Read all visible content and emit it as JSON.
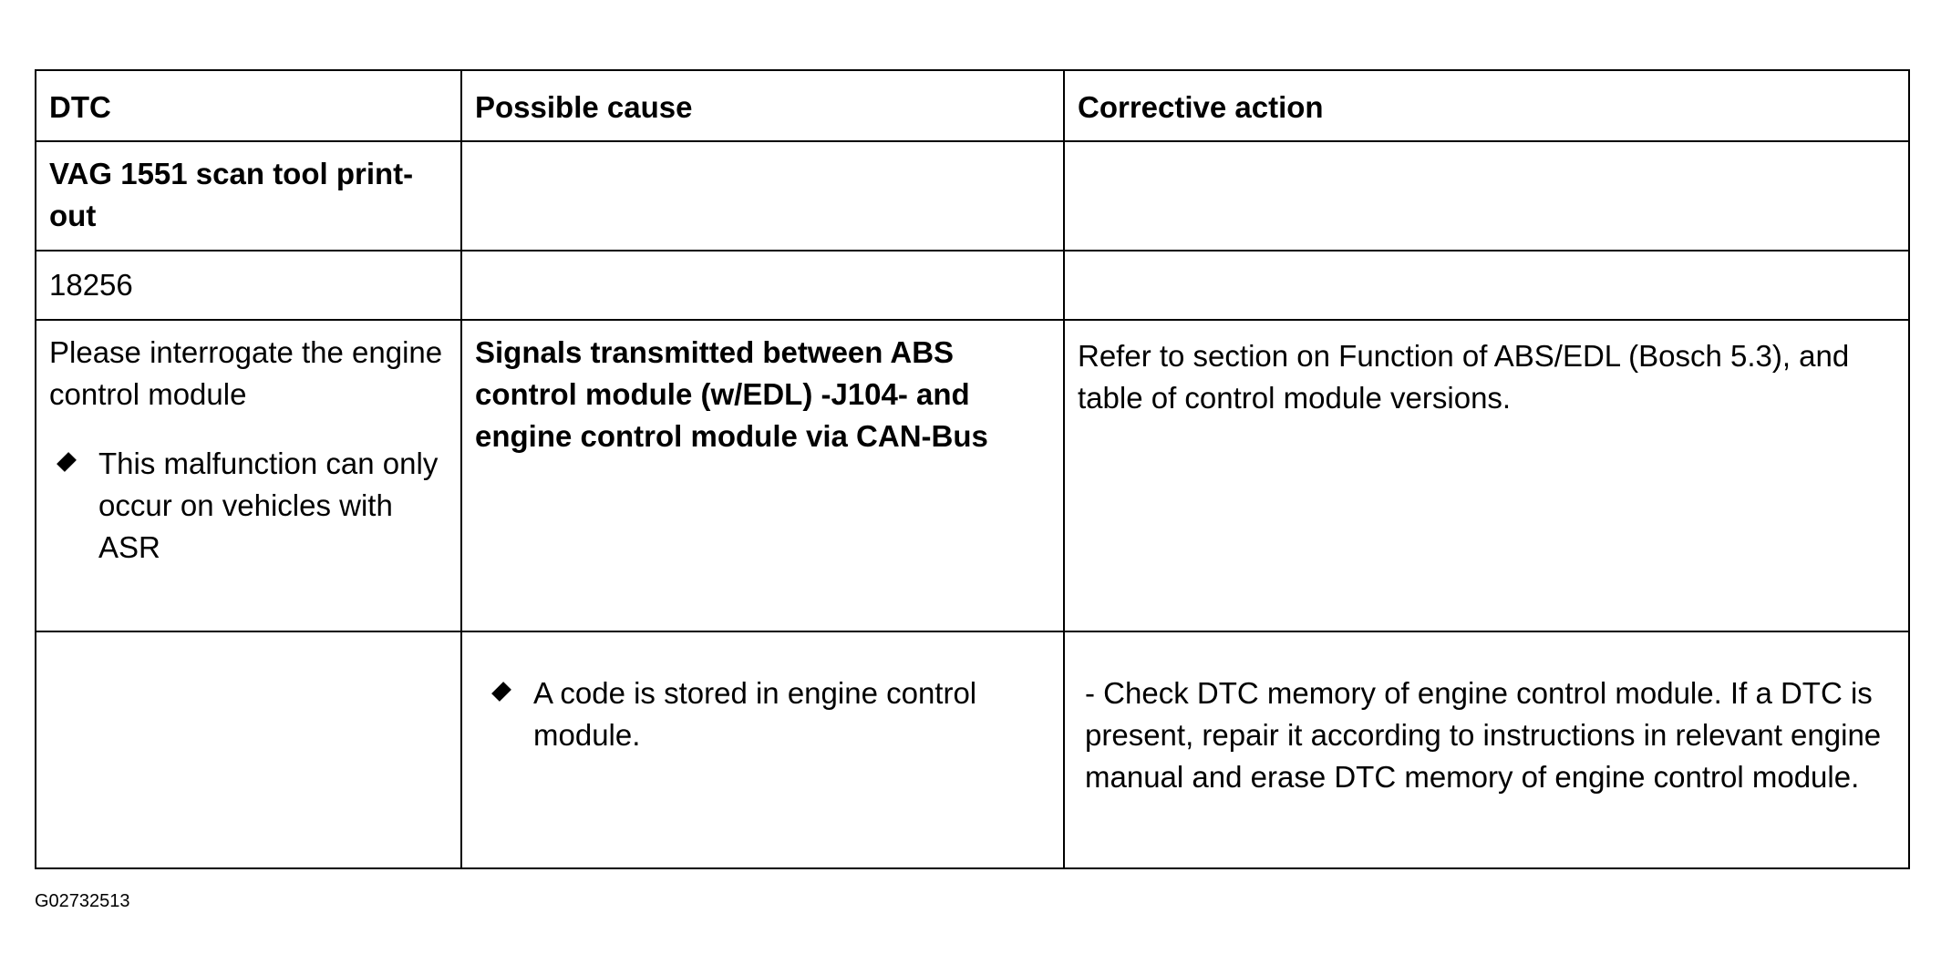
{
  "table": {
    "headers": [
      "DTC",
      "Possible cause",
      "Corrective action"
    ],
    "subheader": "VAG 1551 scan tool print-out",
    "code": "18256",
    "main_row": {
      "dtc_text": "Please interrogate the engine control module",
      "dtc_bullet": "This malfunction can only occur on vehicles with ASR",
      "cause": "Signals transmitted between ABS control module (w/EDL) -J104- and engine control module via CAN-Bus",
      "action": "Refer to section on Function of ABS/EDL (Bosch 5.3), and table of control module versions."
    },
    "extra_row": {
      "cause_bullet": "A code is stored in engine control module.",
      "action": "- Check DTC memory of engine control module. If a DTC is present, repair it according to instructions in relevant engine manual and erase DTC memory of engine control module."
    }
  },
  "figure_code": "G02732513"
}
